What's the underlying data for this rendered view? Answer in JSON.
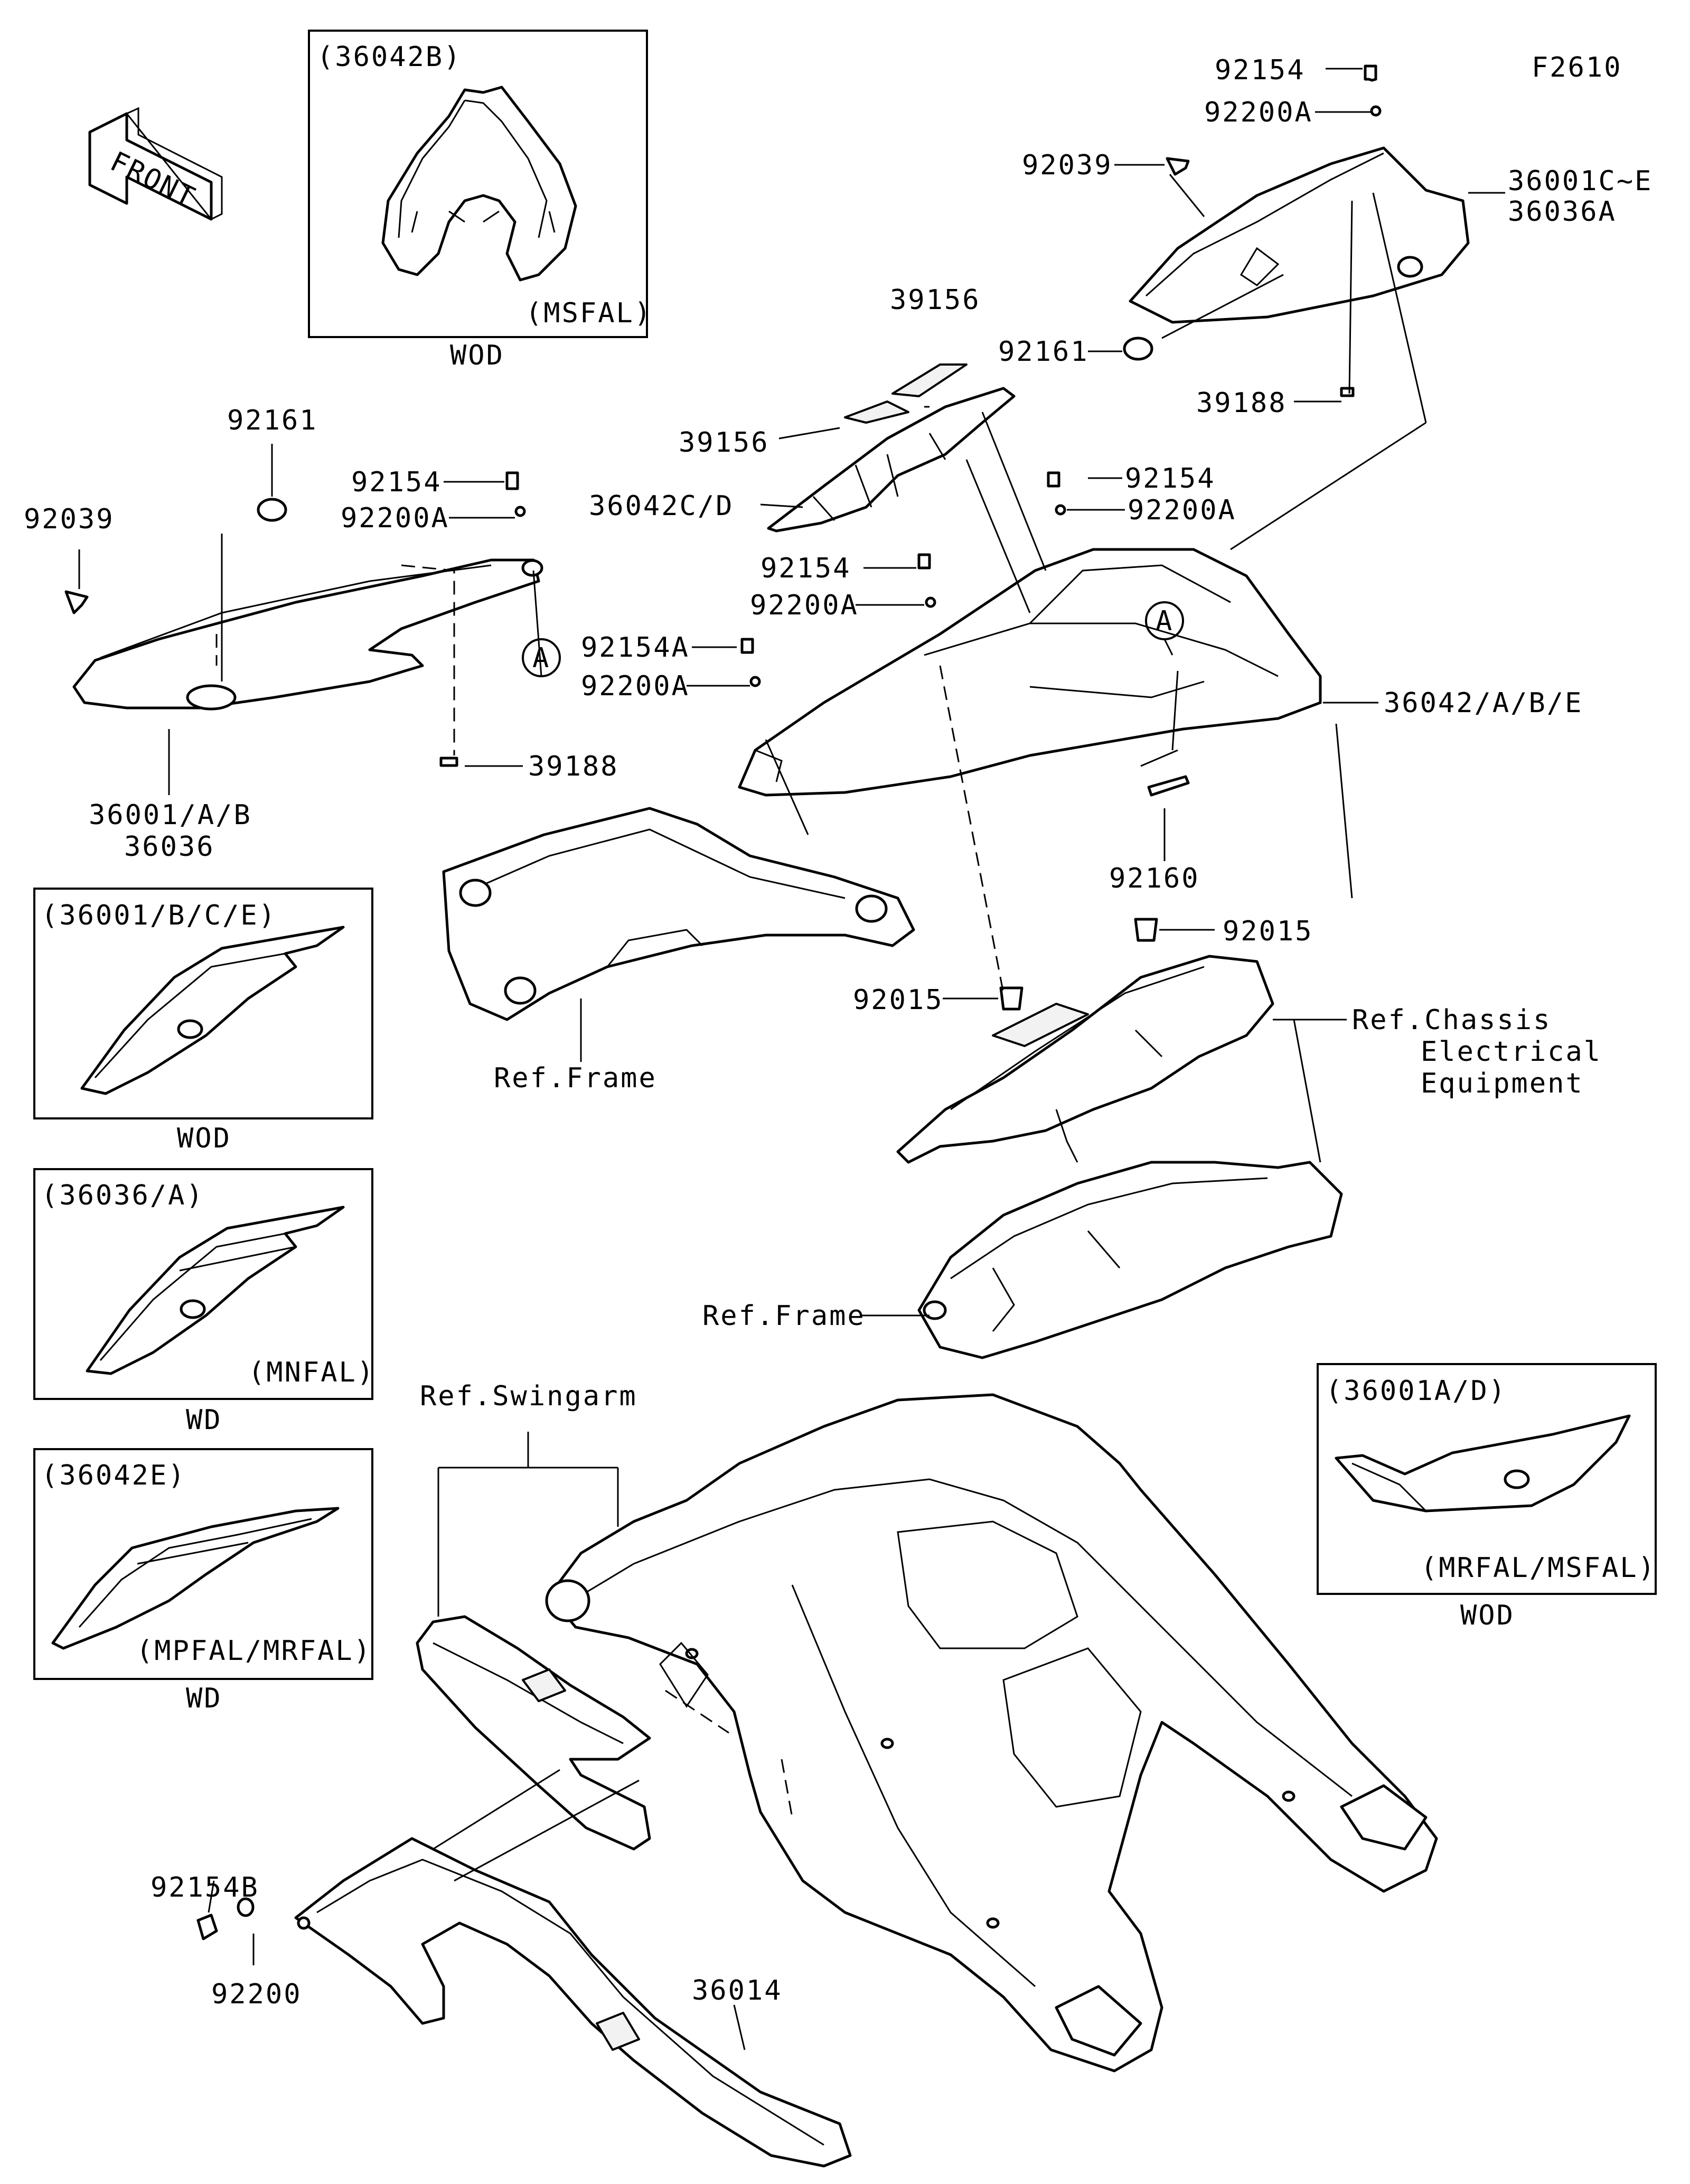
{
  "figure_code": "F2610",
  "front_label": "FRONT",
  "inset_boxes": [
    {
      "code": "(36042B)",
      "variant": "(MSFAL)",
      "caption": "WOD"
    },
    {
      "code": "(36001/B/C/E)",
      "variant": "",
      "caption": "WOD"
    },
    {
      "code": "(36036/A)",
      "variant": "(MNFAL)",
      "caption": "WD"
    },
    {
      "code": "(36042E)",
      "variant": "(MPFAL/MRFAL)",
      "caption": "WD"
    },
    {
      "code": "(36001A/D)",
      "variant": "(MRFAL/MSFAL)",
      "caption": "WOD"
    }
  ],
  "callout_A": "A",
  "labels": {
    "p92154_top": "92154",
    "p92200A_top": "92200A",
    "p92039_right": "92039",
    "p36001CE": "36001C~E",
    "p36036A": "36036A",
    "p39156_a": "39156",
    "p92161_right": "92161",
    "p39188_right": "39188",
    "p39156_b": "39156",
    "p92154_mid": "92154",
    "p92200A_mid": "92200A",
    "p36042CD": "36042C/D",
    "p92154_c": "92154",
    "p92200A_c": "92200A",
    "p92154A": "92154A",
    "p92200A_d": "92200A",
    "p36042ABE": "36042/A/B/E",
    "p92161_left": "92161",
    "p92154_left": "92154",
    "p92200A_left": "92200A",
    "p92039_left": "92039",
    "p39188_left": "39188",
    "p36001AB": "36001/A/B",
    "p36036": "36036",
    "p92160": "92160",
    "p92015_a": "92015",
    "p92015_b": "92015",
    "ref_frame_1": "Ref.Frame",
    "ref_chassis_1": "Ref.Chassis",
    "ref_chassis_2": "Electrical",
    "ref_chassis_3": "Equipment",
    "ref_frame_2": "Ref.Frame",
    "ref_swingarm": "Ref.Swingarm",
    "p92154B": "92154B",
    "p92200": "92200",
    "p36014": "36014"
  }
}
